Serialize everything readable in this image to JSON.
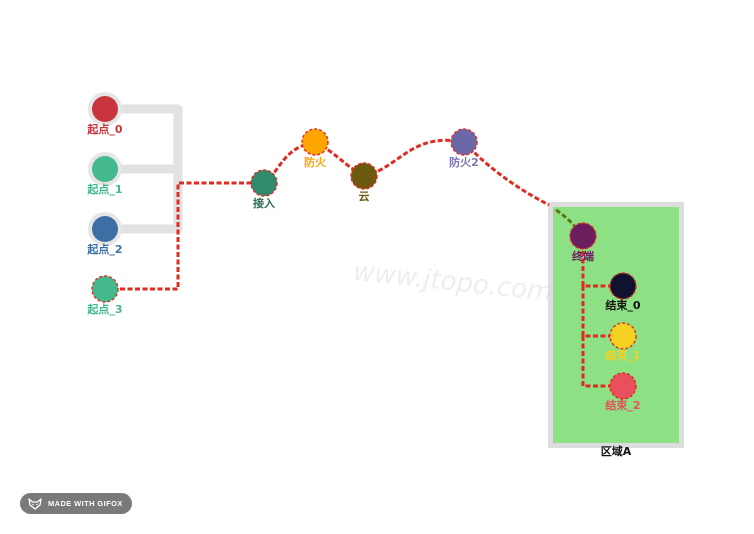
{
  "watermark": "www.jtopo.com",
  "badge": {
    "text": "MADE WITH GIFOX",
    "icon": "fox-icon"
  },
  "region": {
    "label": "区域A",
    "fill": "#8ee085",
    "border": "#dddddd"
  },
  "link_color": "#e02b20",
  "nodes": [
    {
      "id": "start0",
      "label": "起点_0",
      "color": "#c8353e",
      "label_color": "#c8353e"
    },
    {
      "id": "start1",
      "label": "起点_1",
      "color": "#44b98e",
      "label_color": "#44b98e"
    },
    {
      "id": "start2",
      "label": "起点_2",
      "color": "#3d6fa5",
      "label_color": "#3d6fa5"
    },
    {
      "id": "start3",
      "label": "起点_3",
      "color": "#44b98e",
      "label_color": "#44b98e"
    },
    {
      "id": "access",
      "label": "接入",
      "color": "#2f8a6e",
      "label_color": "#2f6d55"
    },
    {
      "id": "fw1",
      "label": "防火",
      "color": "#ffa500",
      "label_color": "#ffa500"
    },
    {
      "id": "cloud",
      "label": "云",
      "color": "#6b5a0e",
      "label_color": "#6b5a0e"
    },
    {
      "id": "fw2",
      "label": "防火2",
      "color": "#6b68a8",
      "label_color": "#7b78b4"
    },
    {
      "id": "terminal",
      "label": "终端",
      "color": "#6a1e5e",
      "label_color": "#6a1e5e"
    },
    {
      "id": "end0",
      "label": "结束_0",
      "color": "#0f1330",
      "label_color": "#111111"
    },
    {
      "id": "end1",
      "label": "结束_1",
      "color": "#f5d221",
      "label_color": "#f5d221"
    },
    {
      "id": "end2",
      "label": "结束_2",
      "color": "#e8505b",
      "label_color": "#e8505b"
    }
  ]
}
